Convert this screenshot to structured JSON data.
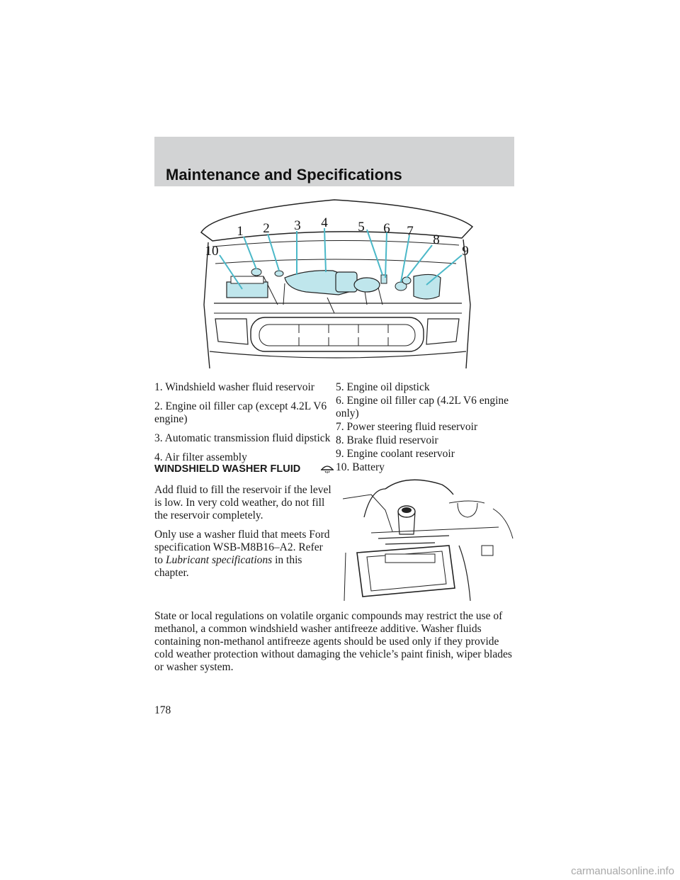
{
  "header": {
    "title": "Maintenance and Specifications"
  },
  "colors": {
    "header_band": "#d2d3d4",
    "highlight_blue": "#bfe6ec",
    "leader_line": "#4bb8c8"
  },
  "diagram": {
    "callouts": [
      "1",
      "2",
      "3",
      "4",
      "5",
      "6",
      "7",
      "8",
      "9",
      "10"
    ]
  },
  "legend": {
    "left": [
      "1. Windshield washer fluid reservoir",
      "2. Engine oil filler cap (except 4.2L V6 engine)",
      "3. Automatic transmission fluid dipstick",
      "4. Air filter assembly"
    ],
    "right": [
      "5. Engine oil dipstick",
      "6. Engine oil filler cap (4.2L V6 engine only)",
      "7. Power steering fluid reservoir",
      "8. Brake fluid reservoir",
      "9. Engine coolant reservoir",
      "10. Battery"
    ]
  },
  "section": {
    "heading": "WINDSHIELD WASHER FLUID",
    "icon": "washer-fluid-icon",
    "para1": "Add fluid to fill the reservoir if the level is low. In very cold weather, do not fill the reservoir completely.",
    "para2_start": "Only use a washer fluid that meets Ford specification WSB-M8B16–A2. Refer to ",
    "para2_italic": "Lubricant specifications",
    "para2_end": " in this chapter.",
    "para3": "State or local regulations on volatile organic compounds may restrict the use of methanol, a common windshield washer antifreeze additive. Washer fluids containing non-methanol antifreeze agents should be used only if they provide cold weather protection without damaging the vehicle’s paint finish, wiper blades or washer system."
  },
  "page_number": "178",
  "watermark": "carmanualsonline.info"
}
